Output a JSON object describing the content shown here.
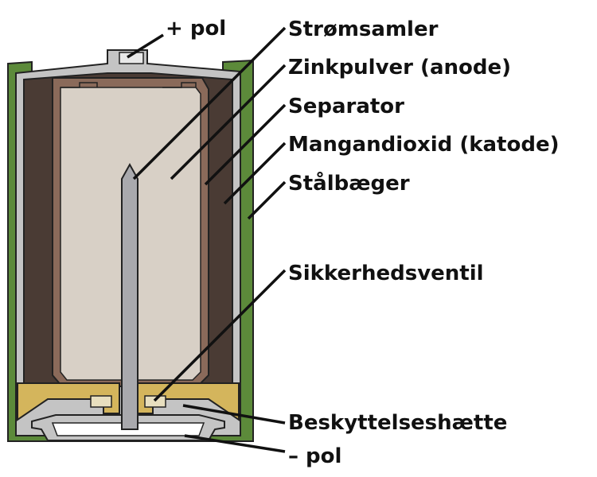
{
  "labels": {
    "pos_pole": "+ pol",
    "current_collector": "Strømsamler",
    "zinc_anode": "Zinkpulver (anode)",
    "separator": "Separator",
    "mno2_cathode": "Mangandioxid (katode)",
    "steel_can": "Stålbæger",
    "safety_valve": "Sikkerhedsventil",
    "protective_cap": "Beskyttelseshætte",
    "neg_pole": "– pol"
  },
  "colors": {
    "steel_can": "#5c8a3a",
    "cathode": "#4a3b34",
    "separator": "#8a6a5a",
    "anode": "#d8d0c6",
    "collector": "#a9a9ad",
    "casing": "#c4c4c4",
    "seal": "#d4b55c",
    "leader": "#111111"
  }
}
